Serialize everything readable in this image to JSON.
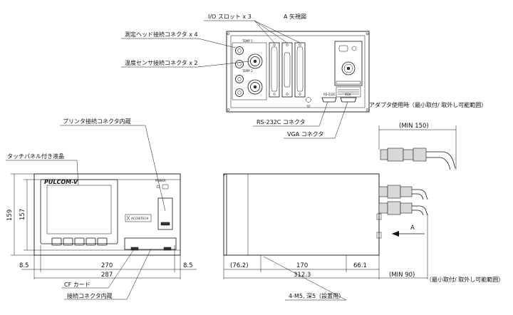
{
  "top_view": {
    "title": "A 矢視図",
    "io_slots": "I/O スロット x 3",
    "head_connectors": "測定ヘッド接続コネクタ x 4",
    "temp_connectors": "温度センサ接続コネクタ x 2",
    "rs232c": "RS-232C コネクタ",
    "vga": "VGA コネクタ",
    "adapter_note": "アダプタ使用時（最小取付/ 取外し可能範囲）",
    "panel_temp1": "TEMP 1",
    "panel_temp2": "TEMP 2",
    "panel_rs": "RS-232C",
    "panel_vga": "VGA"
  },
  "front_view": {
    "printer_connector": "プリンタ接続コネクタ内蔵",
    "touch_panel": "タッチパネル付き液晶",
    "brand": "PULCOM-V",
    "power": "POWER",
    "company": "ACCRETECH",
    "cf_card": "CF カード",
    "connector_builtin": "接続コネクタ内蔵",
    "dim_159": "159",
    "dim_157": "157",
    "dim_8_5_left": "8.5",
    "dim_270": "270",
    "dim_8_5_right": "8.5",
    "dim_287": "287"
  },
  "side_view": {
    "min150": "(MIN 150)",
    "arrow_a": "A",
    "dim_76_2": "(76.2)",
    "dim_170": "170",
    "dim_66_1": "66.1",
    "dim_312_3": "312.3",
    "min90": "(MIN 90)",
    "mount_note": "（最小取付/ 取外し可能範囲）",
    "screw_note": "4-M5, 深5（設置用）"
  }
}
